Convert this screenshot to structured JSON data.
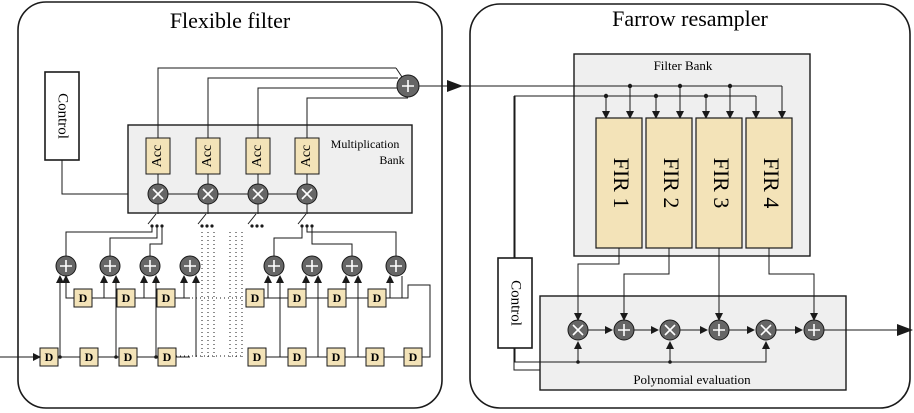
{
  "flexible_filter": {
    "title": "Flexible filter",
    "control_label": "Control",
    "mult_bank_line1": "Multiplication",
    "mult_bank_line2": "Bank",
    "acc_label": "Acc",
    "delay_label": "D"
  },
  "farrow": {
    "title": "Farrow resampler",
    "filter_bank_label": "Filter Bank",
    "fir_labels": [
      "FIR 1",
      "FIR 2",
      "FIR 3",
      "FIR 4"
    ],
    "control_label": "Control",
    "poly_label": "Polynomial evaluation"
  }
}
